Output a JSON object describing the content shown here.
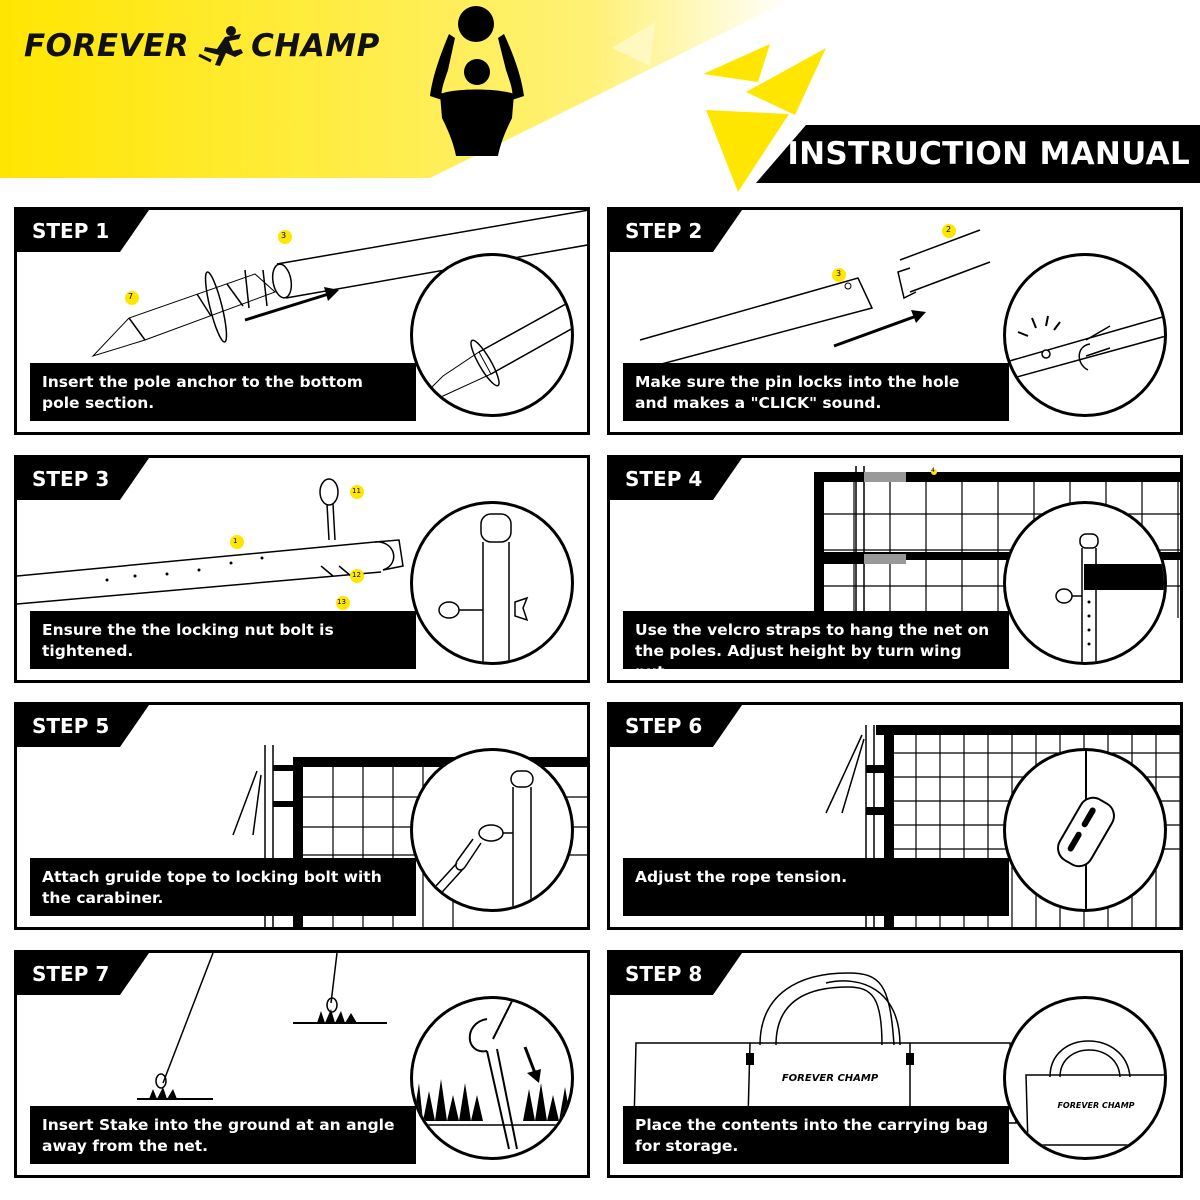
{
  "header": {
    "brand_left": "FOREVER",
    "brand_right": "CHAMP",
    "title": "INSTRUCTION MANUAL"
  },
  "colors": {
    "accent": "#ffe600",
    "ink": "#000000",
    "paper": "#ffffff"
  },
  "steps": [
    {
      "label": "STEP 1",
      "caption": "Insert the pole anchor to the bottom pole section."
    },
    {
      "label": "STEP 2",
      "caption": "Make sure the pin locks into the hole and makes a \"CLICK\" sound."
    },
    {
      "label": "STEP 3",
      "caption": "Ensure the the locking nut bolt is tightened."
    },
    {
      "label": "STEP 4",
      "caption": "Use the velcro straps to hang the net on the poles. Adjust height by turn wing nut."
    },
    {
      "label": "STEP 5",
      "caption": "Attach gruide tope to locking bolt with the carabiner."
    },
    {
      "label": "STEP 6",
      "caption": "Adjust the rope tension."
    },
    {
      "label": "STEP 7",
      "caption": "Insert Stake into the ground at an angle away from the net."
    },
    {
      "label": "STEP 8",
      "caption": "Place the contents into the carrying bag for storage."
    }
  ],
  "part_numbers": {
    "s1_pole": "3",
    "s1_anchor": "7",
    "s2_top": "2",
    "s2_bottom": "3",
    "s3_pole": "1",
    "s3_bolt": "11",
    "s3_washer": "12",
    "s3_nut": "13",
    "s4_net": "4"
  },
  "bag_brand": "FOREVER CHAMP"
}
